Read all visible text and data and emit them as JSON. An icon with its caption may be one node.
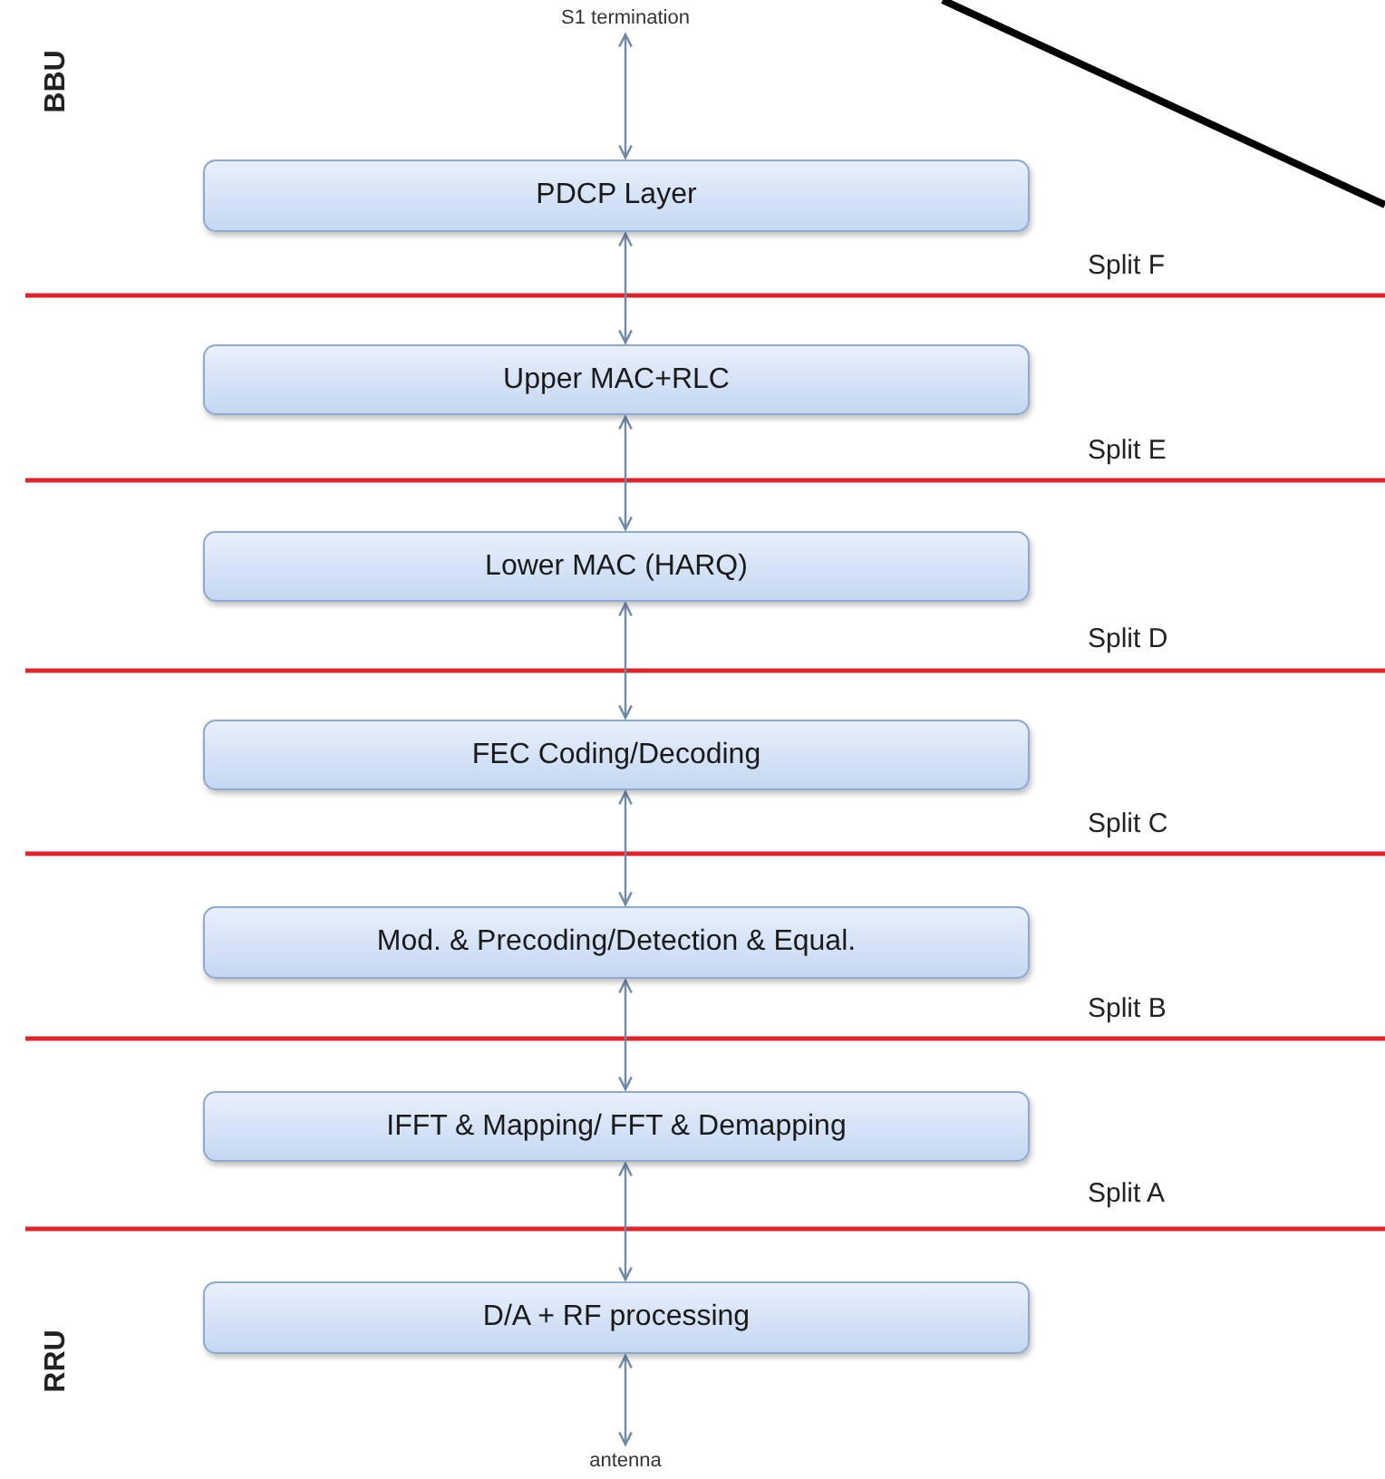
{
  "diagram": {
    "nodes": [
      {
        "text": [
          "S1 termination"
        ]
      },
      {
        "text": [
          "PDCP Layer"
        ]
      },
      {
        "text": [
          "Upper MAC+RLC"
        ]
      },
      {
        "text": [
          "Lower MAC (HARQ)"
        ]
      },
      {
        "text": [
          "FEC Coding/Decoding"
        ]
      },
      {
        "text": [
          "Mod. & Precoding/Detection & Equal."
        ]
      },
      {
        "text": [
          "IFFT & Mapping/ FFT & Demapping"
        ]
      },
      {
        "text": [
          "D/A + RF processing"
        ]
      },
      {
        "text": [
          "antenna"
        ]
      }
    ],
    "edges": [
      {
        "from": 0,
        "to": 1,
        "arrow": "both"
      },
      {
        "from": 1,
        "to": 2,
        "arrow": "both"
      },
      {
        "from": 2,
        "to": 3,
        "arrow": "both"
      },
      {
        "from": 3,
        "to": 4,
        "arrow": "both"
      },
      {
        "from": 4,
        "to": 5,
        "arrow": "both"
      },
      {
        "from": 5,
        "to": 6,
        "arrow": "both"
      },
      {
        "from": 6,
        "to": 7,
        "arrow": "both"
      },
      {
        "from": 7,
        "to": 8,
        "arrow": "both"
      }
    ],
    "labels": [
      "BBU",
      "Split F",
      "Split E",
      "Split D",
      "Split C",
      "Split B",
      "Split A",
      "RRU"
    ]
  }
}
